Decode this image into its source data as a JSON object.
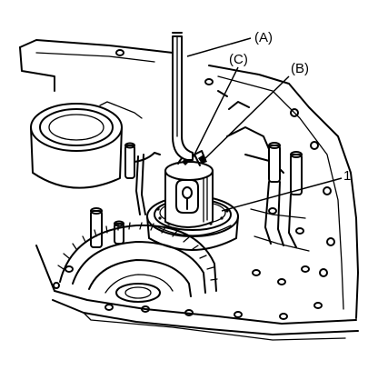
{
  "callouts": {
    "a": "(A)",
    "b": "(B)",
    "c": "(C)",
    "one": "1"
  }
}
